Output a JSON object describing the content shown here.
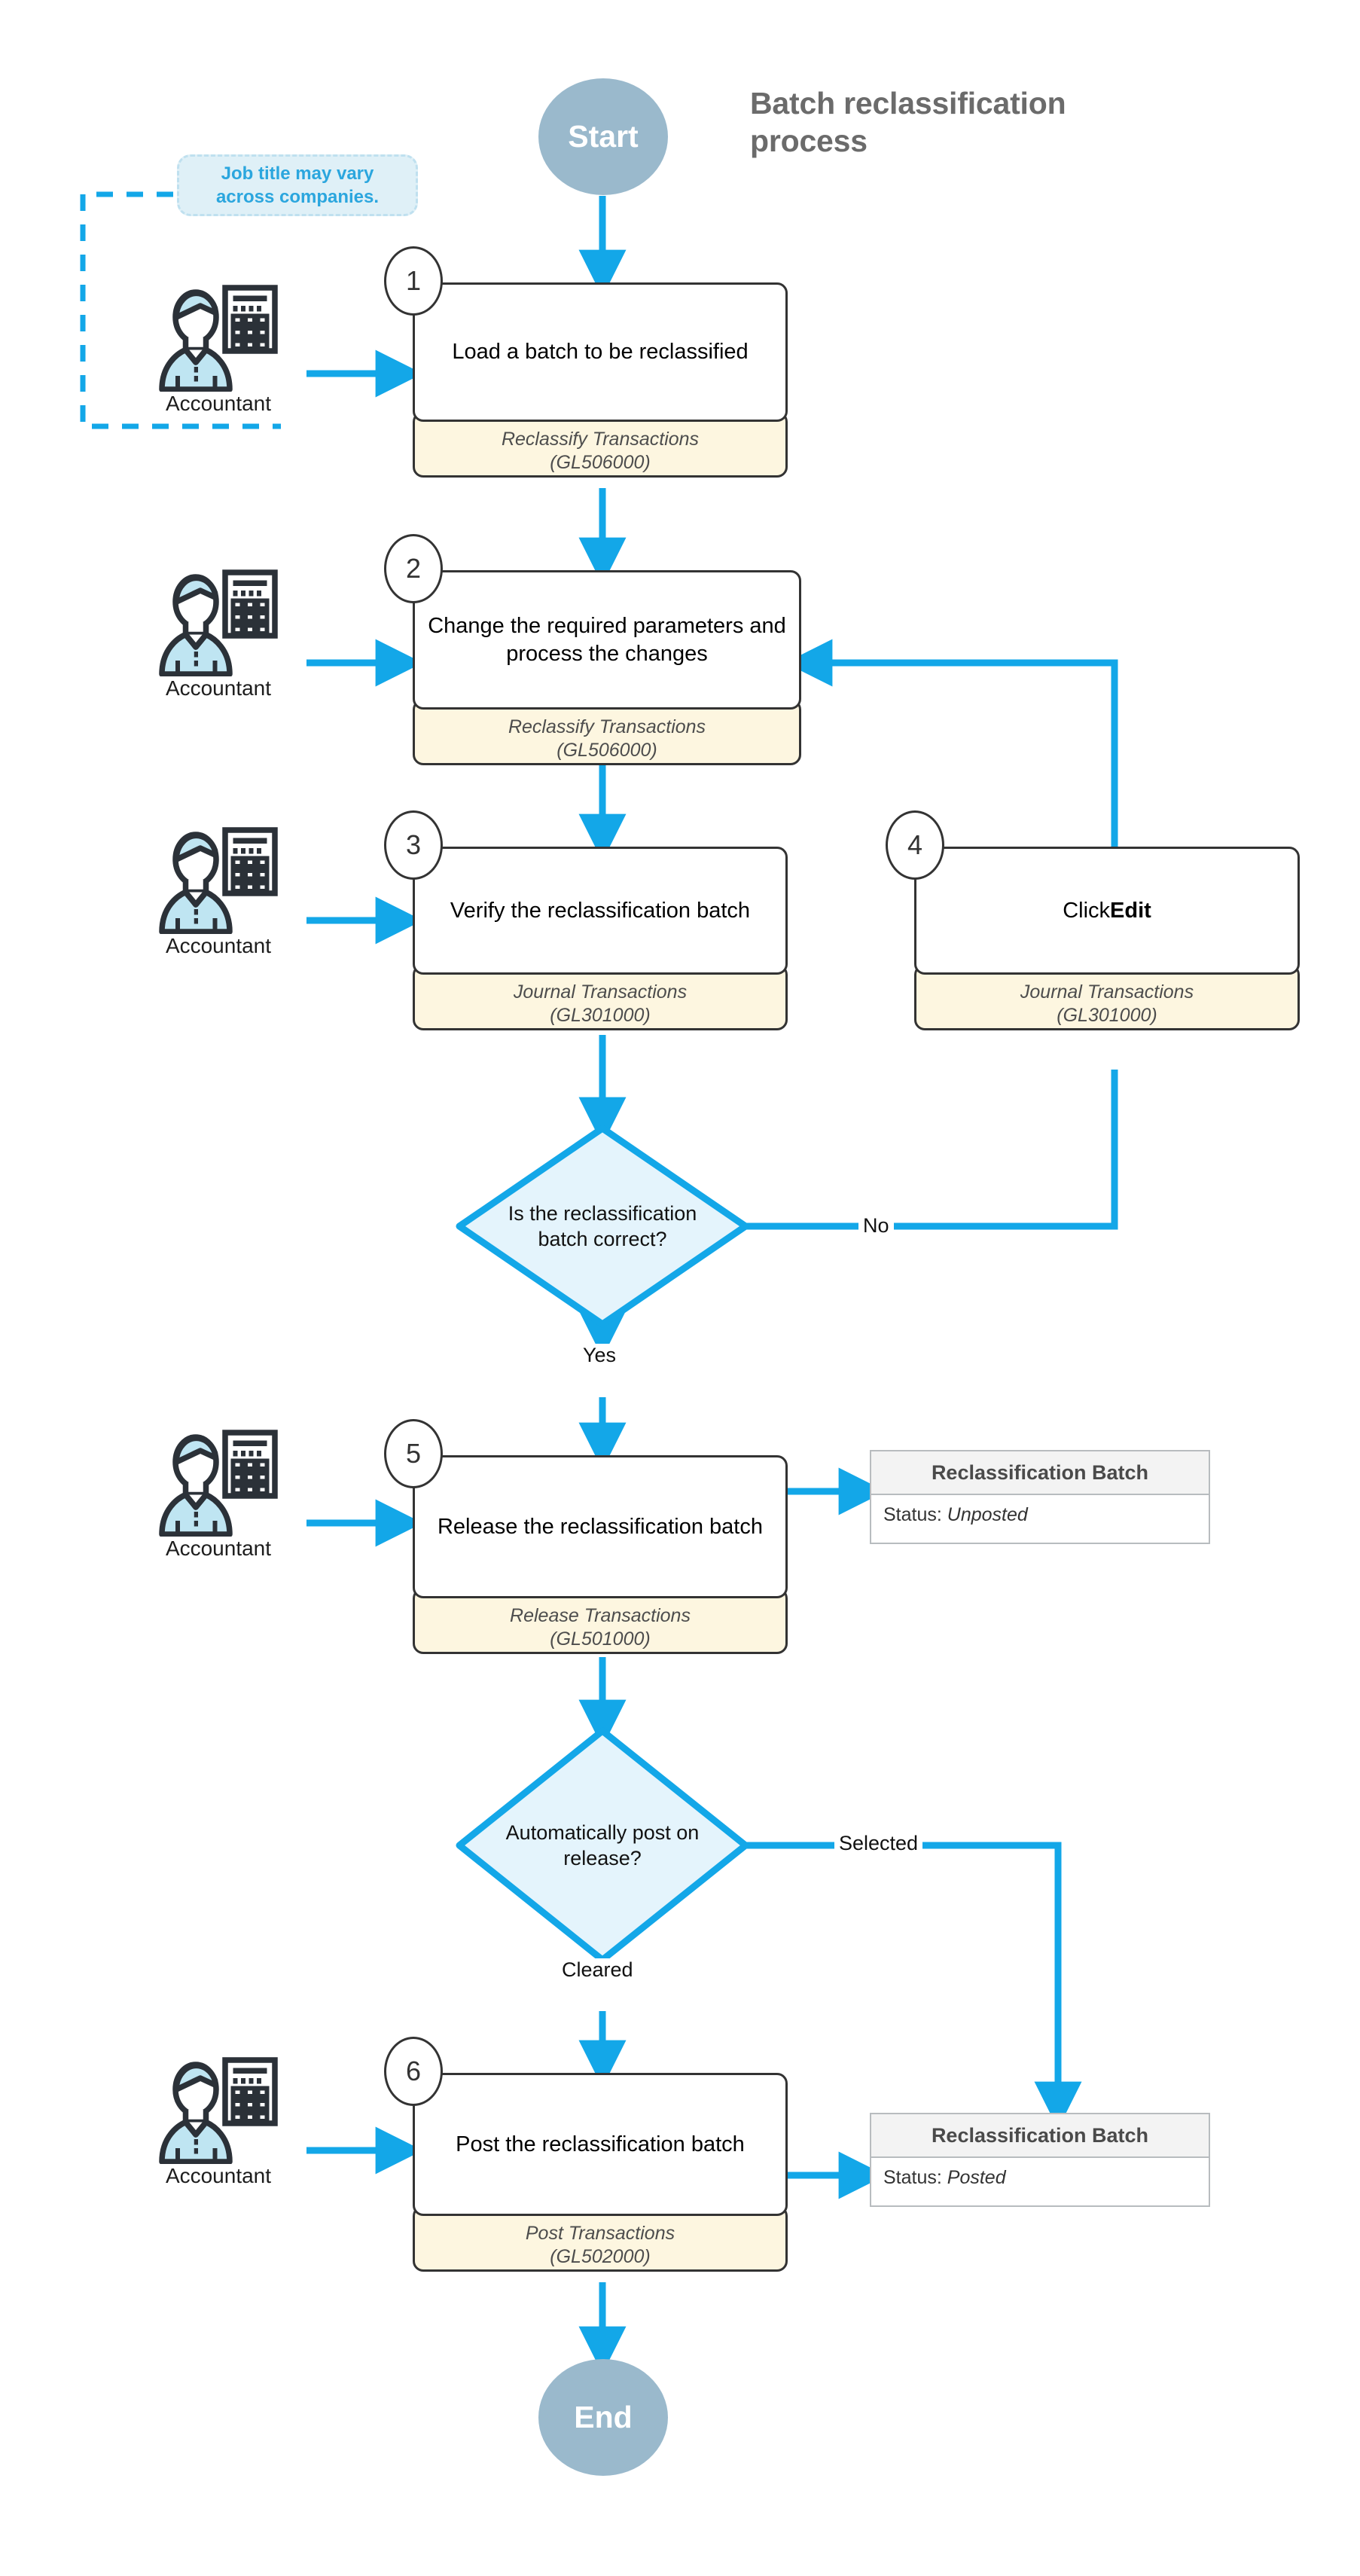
{
  "title": "Batch reclassification process",
  "callout": {
    "text": "Job title may vary across companies."
  },
  "terminators": {
    "start": "Start",
    "end": "End"
  },
  "actor": {
    "label": "Accountant",
    "icon": "accountant-icon"
  },
  "steps": [
    {
      "number": "1",
      "text": "Load a batch to be reclassified",
      "screen": "Reclassify Transactions",
      "code": "(GL506000)"
    },
    {
      "number": "2",
      "text": "Change the required parameters and process the changes",
      "screen": "Reclassify Transactions",
      "code": "(GL506000)"
    },
    {
      "number": "3",
      "text": "Verify the reclassification batch",
      "screen": "Journal Transactions",
      "code": "(GL301000)"
    },
    {
      "number": "4",
      "text_plain": "Click ",
      "text_bold": "Edit",
      "screen": "Journal Transactions",
      "code": "(GL301000)"
    },
    {
      "number": "5",
      "text": "Release the reclassification batch",
      "screen": "Release Transactions",
      "code": "(GL501000)"
    },
    {
      "number": "6",
      "text": "Post the reclassification batch",
      "screen": "Post Transactions",
      "code": "(GL502000)"
    }
  ],
  "decisions": [
    {
      "id": "verify",
      "line1": "Is the reclassification",
      "line2": "batch correct?",
      "yes": "Yes",
      "no": "No"
    },
    {
      "id": "autopost",
      "line1": "Automatically post on",
      "line2": "release?",
      "yes": "Cleared",
      "no": "Selected"
    }
  ],
  "status_cards": [
    {
      "heading": "Reclassification Batch",
      "label": "Status:",
      "value": "Unposted"
    },
    {
      "heading": "Reclassification Batch",
      "label": "Status:",
      "value": "Posted"
    }
  ],
  "colors": {
    "accent": "#13a7e8",
    "terminator": "#9ab9cc",
    "screen_band": "#fdf6e0",
    "decision_fill": "#e4f4fc",
    "callout_fill": "#dff0f7",
    "callout_text": "#2ba6de",
    "title_text": "#6b6b6b",
    "box_border": "#333333"
  }
}
